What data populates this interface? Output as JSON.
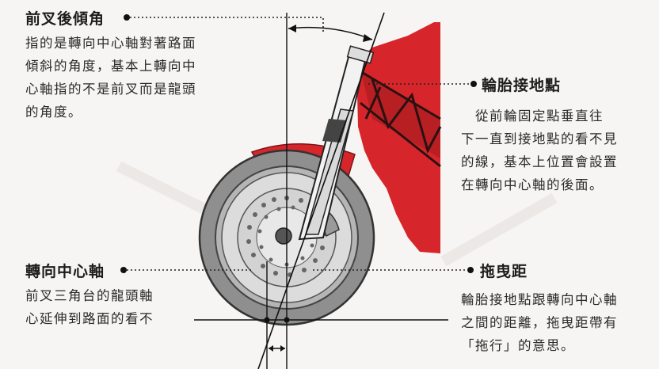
{
  "annotations": {
    "rake_angle": {
      "title": "前叉後傾角",
      "lines": [
        "指的是轉向中心軸對著路面",
        "傾斜的角度，基本上轉向中",
        "心軸指的不是前叉而是龍頭",
        "的角度。"
      ]
    },
    "contact_point": {
      "title": "輪胎接地點",
      "lines": [
        "　從前輪固定點垂直往",
        "下一直到接地點的看不見",
        "的線，基本上位置會設置",
        "在轉向中心軸的後面。"
      ]
    },
    "steering_axis": {
      "title": "轉向中心軸",
      "lines": [
        "前叉三角台的龍頭軸",
        "心延伸到路面的看不"
      ]
    },
    "trail": {
      "title": "拖曳距",
      "lines": [
        "輪胎接地點跟轉向中心軸",
        "之間的距離，拖曳距帶有",
        "「拖行」的意思。"
      ]
    }
  },
  "colors": {
    "frame_red": "#d7262b",
    "tire_gray": "#8e8e8e",
    "text": "#1d1d1d"
  }
}
